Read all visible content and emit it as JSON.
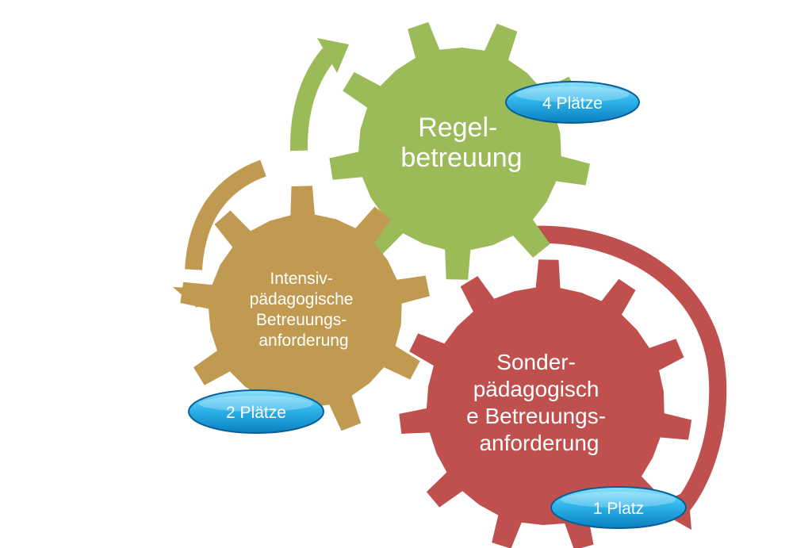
{
  "gears": [
    {
      "id": "regel",
      "lines": [
        "Regel-",
        "betreuung"
      ],
      "color": "#9bbb59"
    },
    {
      "id": "intensiv",
      "lines": [
        "Intensiv-",
        "pädagogische",
        "Betreuungs-",
        "anforderung"
      ],
      "color": "#c19a52"
    },
    {
      "id": "sonder",
      "lines": [
        "Sonder-",
        "pädagogisch",
        "e Betreuungs-",
        "anforderung"
      ],
      "color": "#c0504d"
    }
  ],
  "badges": [
    {
      "gear": "regel",
      "label": "4 Plätze"
    },
    {
      "gear": "intensiv",
      "label": "2 Plätze"
    },
    {
      "gear": "sonder",
      "label": "1 Platz"
    }
  ],
  "arrow_colors": {
    "green": "#9bbb59",
    "tan": "#c19a52",
    "red": "#c0504d"
  },
  "badge_colors": {
    "top": "#6dd6f7",
    "bottom": "#0a86c8",
    "border": "#0b5f97"
  }
}
